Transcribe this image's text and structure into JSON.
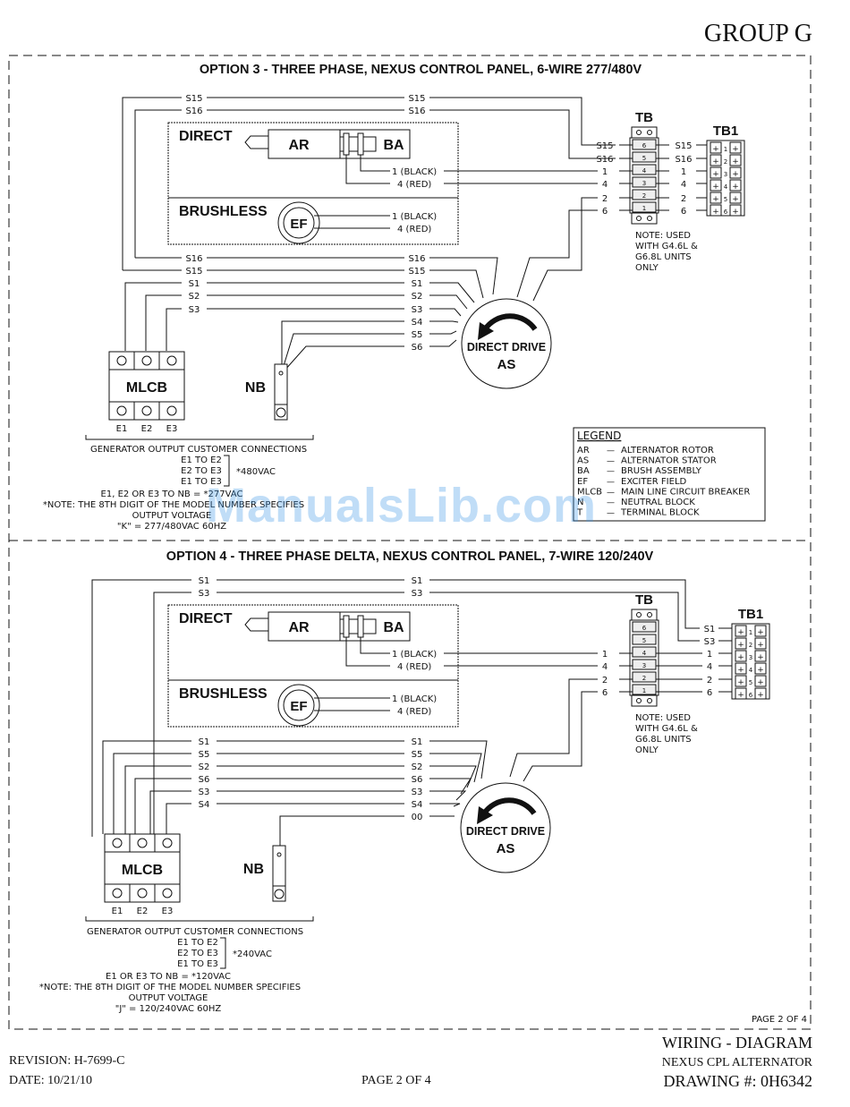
{
  "header": {
    "group": "GROUP G"
  },
  "option3": {
    "title": "OPTION 3 - THREE PHASE, NEXUS CONTROL PANEL, 6-WIRE 277/480V",
    "top_wires": [
      "S15",
      "S16"
    ],
    "direct_label": "DIRECT",
    "brushless_label": "BRUSHLESS",
    "ar": "AR",
    "ba": "BA",
    "ef": "EF",
    "rotor_wires": [
      "1 (BLACK)",
      "4 (RED)"
    ],
    "exciter_wires": [
      "1 (BLACK)",
      "4 (RED)"
    ],
    "stator_wires": [
      "S16",
      "S15",
      "S1",
      "S2",
      "S3",
      "S4",
      "S5",
      "S6"
    ],
    "stator_label_1": "DIRECT DRIVE",
    "stator_label_2": "AS",
    "mlcb": "MLCB",
    "nb": "NB",
    "e_terms": [
      "E1",
      "E2",
      "E3"
    ],
    "tb": {
      "title": "TB",
      "left": [
        "S15",
        "S16",
        "1",
        "4",
        "2",
        "6"
      ],
      "right": [
        "S15",
        "S16",
        "1",
        "4",
        "2",
        "6"
      ],
      "note": [
        "NOTE: USED",
        "WITH G4.6L &",
        "G6.8L UNITS",
        "ONLY"
      ]
    },
    "tb1": {
      "title": "TB1"
    },
    "connections": {
      "heading": "GENERATOR OUTPUT CUSTOMER CONNECTIONS",
      "pairs": [
        "E1 TO E2",
        "E2 TO E3",
        "E1 TO E3"
      ],
      "pair_voltage": "*480VAC",
      "nb_line": "E1, E2 OR E3 TO NB = *277VAC",
      "note": "*NOTE: THE 8TH DIGIT OF THE MODEL NUMBER SPECIFIES",
      "note2": "OUTPUT VOLTAGE",
      "code": "\"K\" = 277/480VAC 60HZ"
    }
  },
  "legend": {
    "title": "LEGEND",
    "items": [
      {
        "code": "AR",
        "desc": "ALTERNATOR ROTOR"
      },
      {
        "code": "AS",
        "desc": "ALTERNATOR STATOR"
      },
      {
        "code": "BA",
        "desc": "BRUSH ASSEMBLY"
      },
      {
        "code": "EF",
        "desc": "EXCITER FIELD"
      },
      {
        "code": "MLCB",
        "desc": "MAIN LINE CIRCUIT BREAKER"
      },
      {
        "code": "N",
        "desc": "NEUTRAL BLOCK"
      },
      {
        "code": "T",
        "desc": "TERMINAL BLOCK"
      }
    ]
  },
  "option4": {
    "title": "OPTION 4 - THREE PHASE DELTA, NEXUS CONTROL PANEL, 7-WIRE 120/240V",
    "top_wires": [
      "S1",
      "S3"
    ],
    "direct_label": "DIRECT",
    "brushless_label": "BRUSHLESS",
    "ar": "AR",
    "ba": "BA",
    "ef": "EF",
    "rotor_wires": [
      "1 (BLACK)",
      "4 (RED)"
    ],
    "exciter_wires": [
      "1 (BLACK)",
      "4 (RED)"
    ],
    "stator_wires": [
      "S1",
      "S5",
      "S2",
      "S6",
      "S3",
      "S4",
      "00"
    ],
    "stator_label_1": "DIRECT DRIVE",
    "stator_label_2": "AS",
    "mlcb": "MLCB",
    "nb": "NB",
    "e_terms": [
      "E1",
      "E2",
      "E3"
    ],
    "tb": {
      "title": "TB",
      "left": [
        "1",
        "4",
        "2",
        "6"
      ],
      "right": [
        "1",
        "4",
        "2",
        "6"
      ],
      "tb1_inputs": [
        "S1",
        "S3"
      ],
      "note": [
        "NOTE: USED",
        "WITH G4.6L &",
        "G6.8L UNITS",
        "ONLY"
      ]
    },
    "tb1": {
      "title": "TB1"
    },
    "connections": {
      "heading": "GENERATOR OUTPUT CUSTOMER CONNECTIONS",
      "pairs": [
        "E1 TO E2",
        "E2 TO E3",
        "E1 TO E3"
      ],
      "pair_voltage": "*240VAC",
      "nb_line": "E1 OR E3 TO NB = *120VAC",
      "note": "*NOTE: THE 8TH DIGIT OF THE MODEL NUMBER SPECIFIES",
      "note2": "OUTPUT VOLTAGE",
      "code": "\"J\" = 120/240VAC 60HZ"
    }
  },
  "frame_page": "PAGE 2 OF 4",
  "footer": {
    "revision": "REVISION: H-7699-C",
    "date": "DATE: 10/21/10",
    "page": "PAGE 2 OF 4",
    "title": "WIRING - DIAGRAM",
    "subtitle": "NEXUS CPL ALTERNATOR",
    "drawing": "DRAWING #: 0H6342"
  },
  "watermark": "ManualsLib.com"
}
